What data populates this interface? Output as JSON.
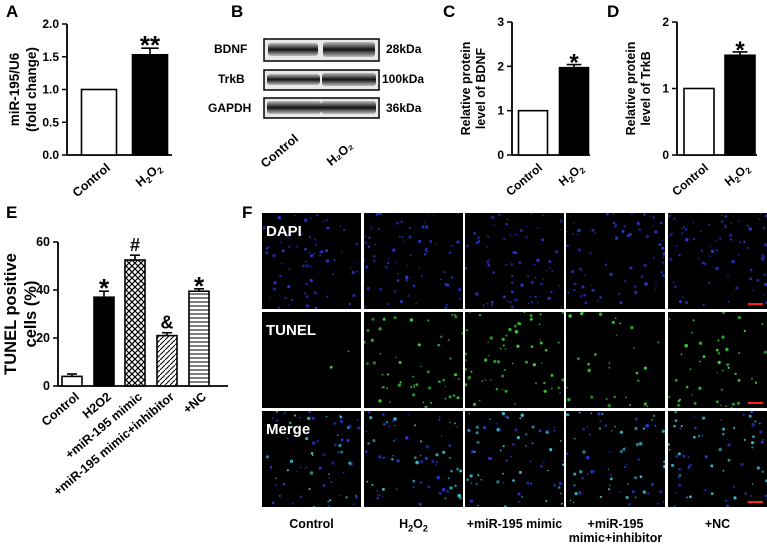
{
  "panels": {
    "A": "A",
    "B": "B",
    "C": "C",
    "D": "D",
    "E": "E",
    "F": "F"
  },
  "chart_data": [
    {
      "id": "A",
      "type": "bar",
      "categories": [
        "Control",
        "H2O2"
      ],
      "category_labels": [
        "Control",
        "H₂O₂"
      ],
      "values": [
        1.0,
        1.53
      ],
      "errors": [
        0,
        0.1
      ],
      "annotations": [
        "",
        "**"
      ],
      "ylabel": "miR-195/U6\n(fold change)",
      "ylabel_lines": [
        "miR-195/U6",
        "(fold change)"
      ],
      "ylim": [
        0,
        2.0
      ],
      "yticks": [
        "0.0",
        "0.5",
        "1.0",
        "1.5",
        "2.0"
      ],
      "ytick_values": [
        0,
        0.5,
        1.0,
        1.5,
        2.0
      ],
      "bar_colors": [
        "#ffffff",
        "#000000"
      ]
    },
    {
      "id": "C",
      "type": "bar",
      "categories": [
        "Control",
        "H2O2"
      ],
      "category_labels": [
        "Control",
        "H₂O₂"
      ],
      "values": [
        1.0,
        1.97
      ],
      "errors": [
        0,
        0.07
      ],
      "annotations": [
        "",
        "*"
      ],
      "ylabel_lines": [
        "Relative protein",
        "level of BDNF"
      ],
      "ylim": [
        0,
        3
      ],
      "yticks": [
        "0",
        "1",
        "2",
        "3"
      ],
      "ytick_values": [
        0,
        1,
        2,
        3
      ],
      "bar_colors": [
        "#ffffff",
        "#000000"
      ]
    },
    {
      "id": "D",
      "type": "bar",
      "categories": [
        "Control",
        "H2O2"
      ],
      "category_labels": [
        "Control",
        "H₂O₂"
      ],
      "values": [
        1.0,
        1.5
      ],
      "errors": [
        0,
        0.05
      ],
      "annotations": [
        "",
        "*"
      ],
      "ylabel_lines": [
        "Relative protein",
        "level of TrkB"
      ],
      "ylim": [
        0,
        2
      ],
      "yticks": [
        "0",
        "1",
        "2"
      ],
      "ytick_values": [
        0,
        1,
        2
      ],
      "bar_colors": [
        "#ffffff",
        "#000000"
      ]
    },
    {
      "id": "E",
      "type": "bar",
      "categories": [
        "Control",
        "H2O2",
        "+miR-195 mimic",
        "+miR-195 mimic+inhibitor",
        "+NC"
      ],
      "values": [
        4,
        37,
        52.5,
        21,
        39.5
      ],
      "errors": [
        1,
        2.5,
        2,
        1.2,
        1
      ],
      "annotations": [
        "",
        "*",
        "#",
        "&",
        "*"
      ],
      "patterns": [
        "white",
        "black",
        "crosshatch",
        "diagonal",
        "horizontal"
      ],
      "ylabel_lines": [
        "TUNEL positive",
        "cells (%)"
      ],
      "ylim": [
        0,
        60
      ],
      "yticks": [
        "0",
        "20",
        "40",
        "60"
      ],
      "ytick_values": [
        0,
        20,
        40,
        60
      ]
    }
  ],
  "blot": {
    "rows": [
      {
        "name": "BDNF",
        "kda": "28kDa"
      },
      {
        "name": "TrkB",
        "kda": "100kDa"
      },
      {
        "name": "GAPDH",
        "kda": "36kDa"
      }
    ],
    "lanes": [
      "Control",
      "H₂O₂"
    ]
  },
  "micrographs": {
    "rows": [
      "DAPI",
      "TUNEL",
      "Merge"
    ],
    "columns": [
      "Control",
      "H₂O₂",
      "+miR-195 mimic",
      "+miR-195\nmimic+inhibitor",
      "+NC"
    ],
    "column_lines": [
      [
        "Control"
      ],
      [
        "H₂O₂"
      ],
      [
        "+miR-195 mimic"
      ],
      [
        "+miR-195",
        "mimic+inhibitor"
      ],
      [
        "+NC"
      ]
    ],
    "colors": {
      "dapi": "#2a35d8",
      "tunel": "#3cd23c",
      "merge": "#3ac6d6",
      "scale_bar": "#ff2020"
    }
  }
}
